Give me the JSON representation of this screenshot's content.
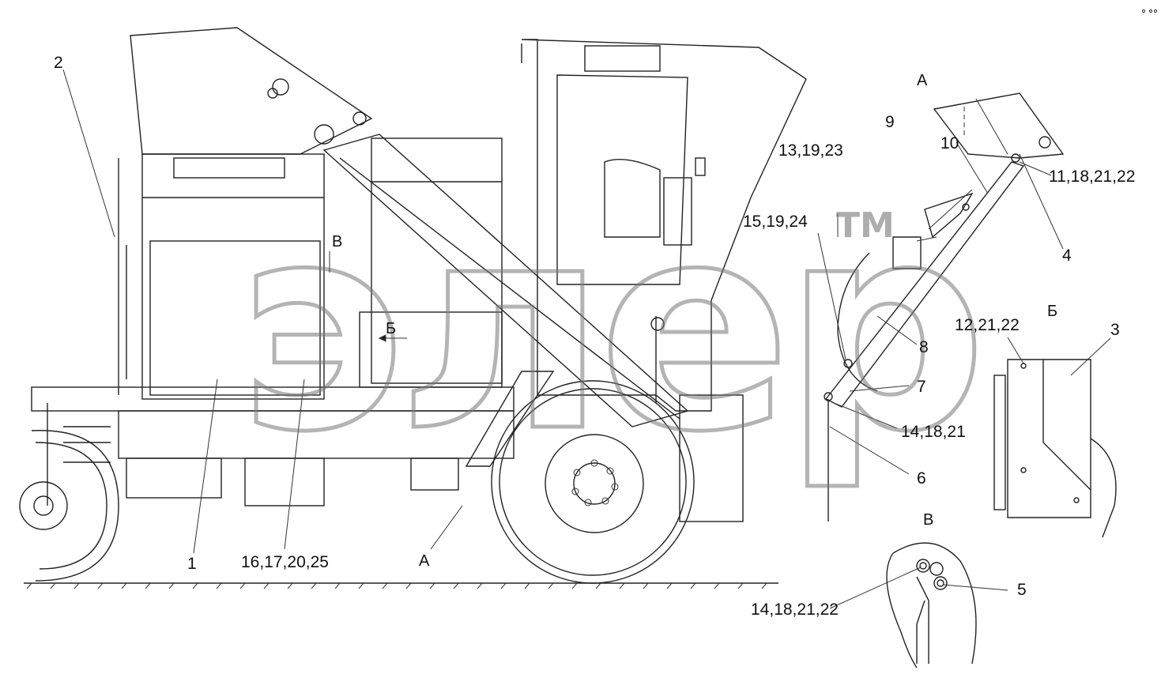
{
  "callouts": {
    "c1": "1",
    "c2": "2",
    "c3": "3",
    "c4": "4",
    "c5": "5",
    "c6": "6",
    "c7": "7",
    "c8": "8",
    "c9": "9",
    "c10": "10",
    "c11_18_21_22": "11,18,21,22",
    "c12_21_22": "12,21,22",
    "c13_19_23": "13,19,23",
    "c14_18_21": "14,18,21",
    "c14_18_21_22": "14,18,21,22",
    "c15_19_24": "15,19,24",
    "c16_17_20_25": "16,17,20,25"
  },
  "view_labels": {
    "view_a_title": "А",
    "view_a_ref": "А",
    "view_b_title": "Б",
    "view_b_ref": "Б",
    "view_v_title": "В",
    "view_v_ref": "В"
  },
  "watermark": {
    "text": "элер",
    "tm": "ТМ"
  }
}
